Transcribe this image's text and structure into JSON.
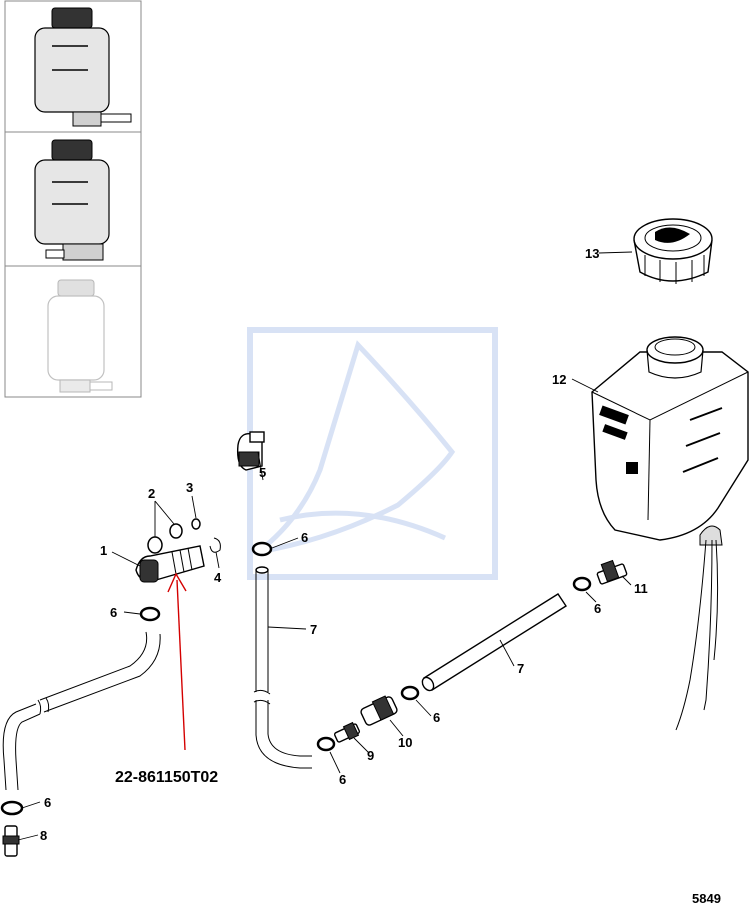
{
  "callouts": [
    {
      "id": "1",
      "label": "1"
    },
    {
      "id": "2",
      "label": "2"
    },
    {
      "id": "3",
      "label": "3"
    },
    {
      "id": "4",
      "label": "4"
    },
    {
      "id": "5",
      "label": "5"
    },
    {
      "id": "6",
      "label": "6"
    },
    {
      "id": "7",
      "label": "7"
    },
    {
      "id": "8",
      "label": "8"
    },
    {
      "id": "9",
      "label": "9"
    },
    {
      "id": "10",
      "label": "10"
    },
    {
      "id": "11",
      "label": "11"
    },
    {
      "id": "12",
      "label": "12"
    },
    {
      "id": "13",
      "label": "13"
    }
  ],
  "part_number": "22-861150T02",
  "figure_ref": "5849",
  "colors": {
    "arrow": "#d40000",
    "watermark": "#c8d6f0",
    "line": "#000000"
  },
  "icons": [
    "reservoir-thumbnail-icon",
    "cap-icon",
    "reservoir-icon",
    "fitting-icon",
    "clamp-icon",
    "hose-icon",
    "watermark-logo-icon"
  ]
}
